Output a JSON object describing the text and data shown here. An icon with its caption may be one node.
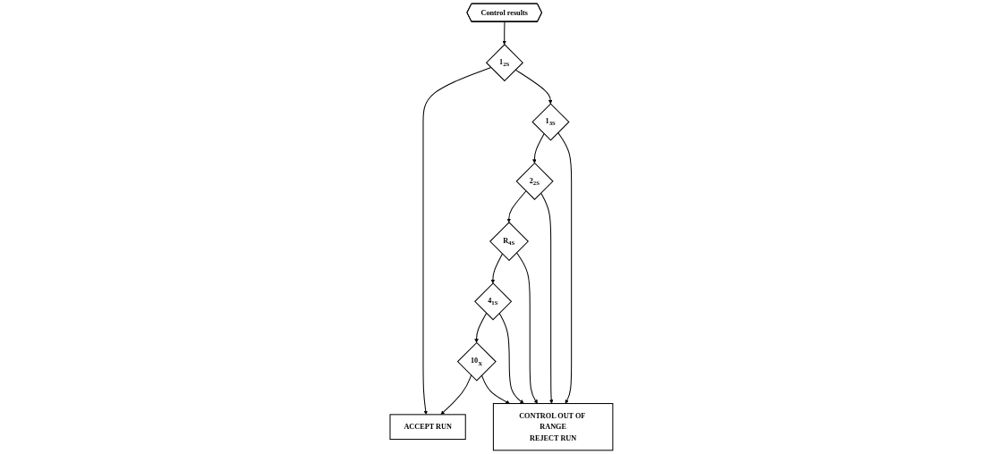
{
  "diagram": {
    "nodes": [
      {
        "text": [
          "Control results"
        ]
      },
      {
        "text": [
          "1$_{2S}$"
        ]
      },
      {
        "text": [
          "ACCEPT RUN"
        ]
      },
      {
        "text": [
          "1$_{3S}$"
        ]
      },
      {
        "text": [
          "2$_{2S}$"
        ]
      },
      {
        "text": [
          "R$_{4S}$"
        ]
      },
      {
        "text": [
          "4$_{1S}$"
        ]
      },
      {
        "text": [
          "10$_{X}$"
        ]
      },
      {
        "text": [
          "CONTROL OUT OF RANGE",
          "REJECT RUN"
        ]
      }
    ],
    "edges": [
      {
        "from": 0,
        "to": 1,
        "arrow": "to"
      },
      {
        "from": 1,
        "to": 2,
        "arrow": "to"
      },
      {
        "from": 1,
        "to": 3,
        "arrow": "to"
      },
      {
        "from": 3,
        "to": 4,
        "arrow": "to"
      },
      {
        "from": 4,
        "to": 5,
        "arrow": "to"
      },
      {
        "from": 5,
        "to": 6,
        "arrow": "to"
      },
      {
        "from": 6,
        "to": 7,
        "arrow": "to"
      },
      {
        "from": 7,
        "to": 2,
        "arrow": "to"
      },
      {
        "from": 3,
        "to": 8,
        "arrow": "to"
      },
      {
        "from": 4,
        "to": 8,
        "arrow": "to"
      },
      {
        "from": 5,
        "to": 8,
        "arrow": "to"
      },
      {
        "from": 6,
        "to": 8,
        "arrow": "to"
      },
      {
        "from": 7,
        "to": 8,
        "arrow": "to"
      }
    ]
  }
}
